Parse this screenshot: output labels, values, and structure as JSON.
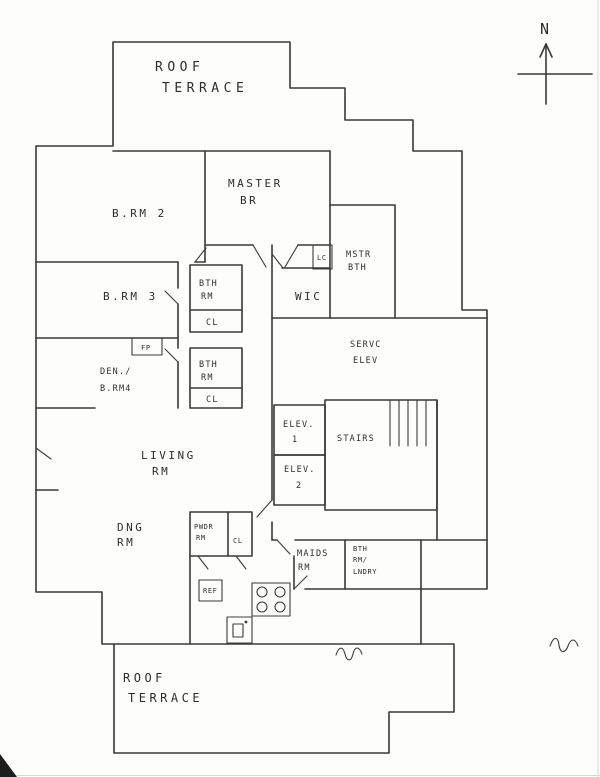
{
  "meta": {
    "ink_color": "#3a3a3a",
    "paper_color": "#fdfdfb",
    "drawing_type": "hand-drawn apartment floor plan"
  },
  "compass": {
    "north_label": "N"
  },
  "labels": {
    "roof_terrace_top": {
      "l1": "ROOF",
      "l2": "TERRACE"
    },
    "master_br": {
      "l1": "MASTER",
      "l2": "BR"
    },
    "b_rm_2": {
      "l1": "B.RM 2"
    },
    "mstr_bth": {
      "l1": "MSTR",
      "l2": "BTH"
    },
    "lc": {
      "l1": "LC"
    },
    "b_rm_3": {
      "l1": "B.RM 3"
    },
    "bth_rm_upper": {
      "l1": "BTH",
      "l2": "RM"
    },
    "cl_upper": {
      "l1": "CL"
    },
    "wic": {
      "l1": "WIC"
    },
    "servc_elev": {
      "l1": "SERVC",
      "l2": "ELEV"
    },
    "fp": {
      "l1": "FP"
    },
    "den_b_rm_4": {
      "l1": "DEN./",
      "l2": "B.RM4"
    },
    "bth_rm_lower": {
      "l1": "BTH",
      "l2": "RM"
    },
    "cl_lower": {
      "l1": "CL"
    },
    "elev_1": {
      "l1": "ELEV.",
      "l2": "1"
    },
    "stairs": {
      "l1": "STAIRS"
    },
    "elev_2": {
      "l1": "ELEV.",
      "l2": "2"
    },
    "living_rm": {
      "l1": "LIVING",
      "l2": "RM"
    },
    "dng_rm": {
      "l1": "DNG",
      "l2": "RM"
    },
    "pwdr_rm": {
      "l1": "PWDR",
      "l2": "RM"
    },
    "cl_powder": {
      "l1": "CL"
    },
    "maids_rm": {
      "l1": "MAIDS",
      "l2": "RM"
    },
    "bth_lndry": {
      "l1": "BTH",
      "l2": "RM/",
      "l3": "LNDRY"
    },
    "ref": {
      "l1": "REF"
    },
    "roof_terrace_bottom": {
      "l1": "ROOF",
      "l2": "TERRACE"
    }
  }
}
